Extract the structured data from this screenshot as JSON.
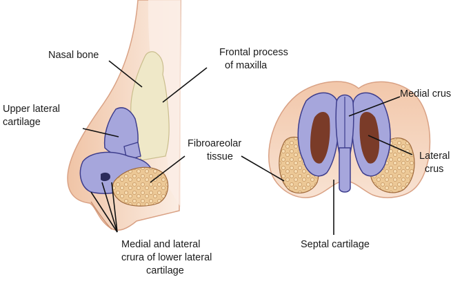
{
  "labels": {
    "nasal_bone": "Nasal bone",
    "frontal_process_l1": "Frontal process",
    "frontal_process_l2": "of maxilla",
    "upper_lateral_l1": "Upper lateral",
    "upper_lateral_l2": "cartilage",
    "fibroareolar_l1": "Fibroareolar",
    "fibroareolar_l2": "tissue",
    "crura_l1": "Medial and lateral",
    "crura_l2": "crura of lower lateral",
    "crura_l3": "cartilage",
    "medial_crus": "Medial crus",
    "lateral_crus_l1": "Lateral",
    "lateral_crus_l2": "crus",
    "septal_cartilage": "Septal cartilage"
  },
  "colors": {
    "skin": "#f3cdb2",
    "skin_outline": "#d9a184",
    "cartilage": "#a6a6dc",
    "cartilage_outline": "#3d3d8c",
    "bone": "#efe8c8",
    "fat": "#e9c391",
    "nostril": "#7a3b28"
  }
}
